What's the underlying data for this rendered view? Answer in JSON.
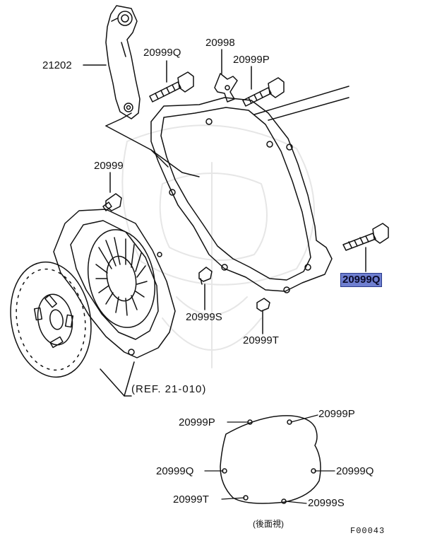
{
  "labels": {
    "bracket": "21202",
    "bolt_q_top": "20999Q",
    "plate": "20998",
    "bolt_p_top": "20999P",
    "bolt_small": "20999",
    "bolt_q_highlight": "20999Q",
    "bolt_s": "20999S",
    "bolt_t": "20999T",
    "ref": "(REF. 21-010)"
  },
  "rear_view": {
    "p_left": "20999P",
    "p_right": "20999P",
    "q_left": "20999Q",
    "q_right": "20999Q",
    "t_left": "20999T",
    "s_right": "20999S",
    "caption": "(後面視)"
  },
  "figure_code": "F00043",
  "colors": {
    "highlight": "#6f7fd0",
    "line": "#111111"
  }
}
